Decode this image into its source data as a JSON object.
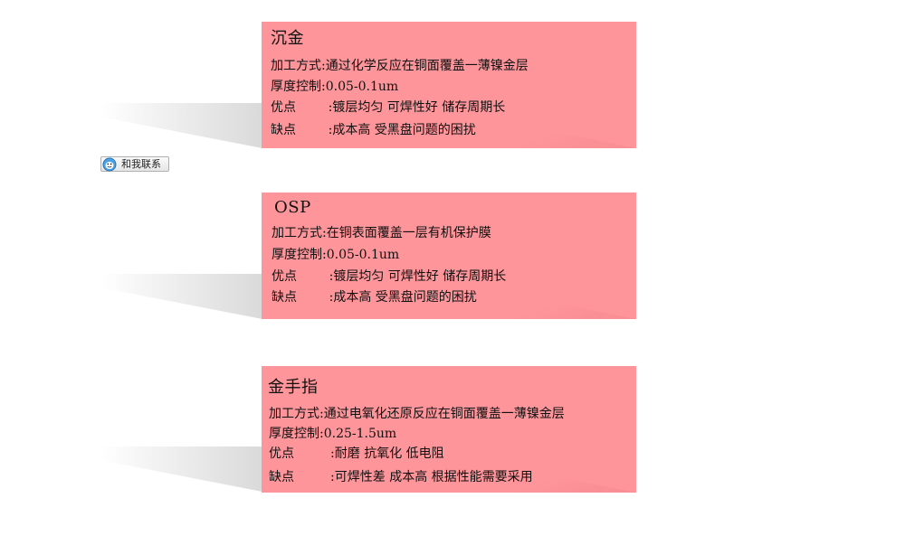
{
  "contact_button": {
    "label": "和我联系",
    "icon": "qq-chat-icon"
  },
  "cards": [
    {
      "title": "沉金",
      "method": "加工方式:通过化学反应在铜面覆盖一薄镍金层",
      "thickness": "厚度控制:0.05-0.1um",
      "pros": "优点        :镀层均匀 可焊性好 储存周期长",
      "cons": "缺点        :成本高 受黑盘问题的困扰"
    },
    {
      "title": "OSP",
      "method": "加工方式:在铜表面覆盖一层有机保护膜",
      "thickness": "厚度控制:0.05-0.1um",
      "pros": "优点        :镀层均匀 可焊性好 储存周期长",
      "cons": "缺点        :成本高 受黑盘问题的困扰"
    },
    {
      "title": "金手指",
      "method": "加工方式:通过电氧化还原反应在铜面覆盖一薄镍金层",
      "thickness": "厚度控制:0.25-1.5um",
      "pros": "优点         :耐磨 抗氧化 低电阻",
      "cons": "缺点         :可焊性差 成本高 根据性能需要采用"
    }
  ],
  "colors": {
    "card_bg": "#fd959a",
    "text": "#111111"
  }
}
